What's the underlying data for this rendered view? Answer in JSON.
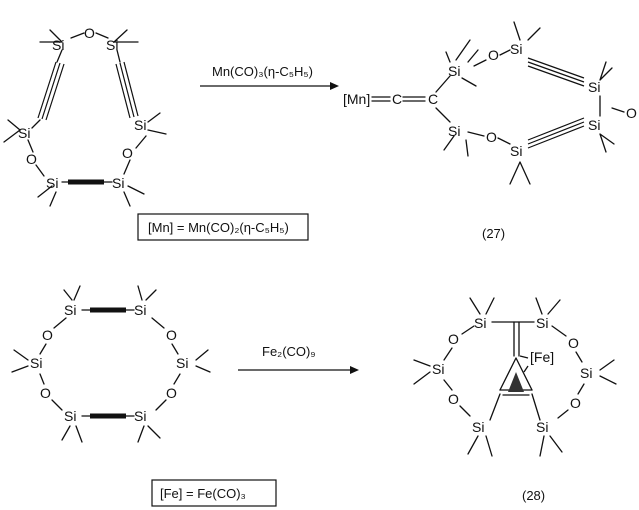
{
  "scheme": {
    "reaction1": {
      "reagent": "Mn(CO)₃(η-C₅H₅)",
      "product_label": "(27)",
      "mn_group": "[Mn]",
      "vinylidene_c1": "C",
      "vinylidene_c2": "C",
      "definition": "[Mn] = Mn(CO)₂(η-C₅H₅)"
    },
    "reaction2": {
      "reagent": "Fe₂(CO)₉",
      "product_label": "(28)",
      "fe_group": "[Fe]",
      "definition": "[Fe] = Fe(CO)₃"
    },
    "atoms": {
      "si": "Si",
      "o": "O"
    }
  }
}
